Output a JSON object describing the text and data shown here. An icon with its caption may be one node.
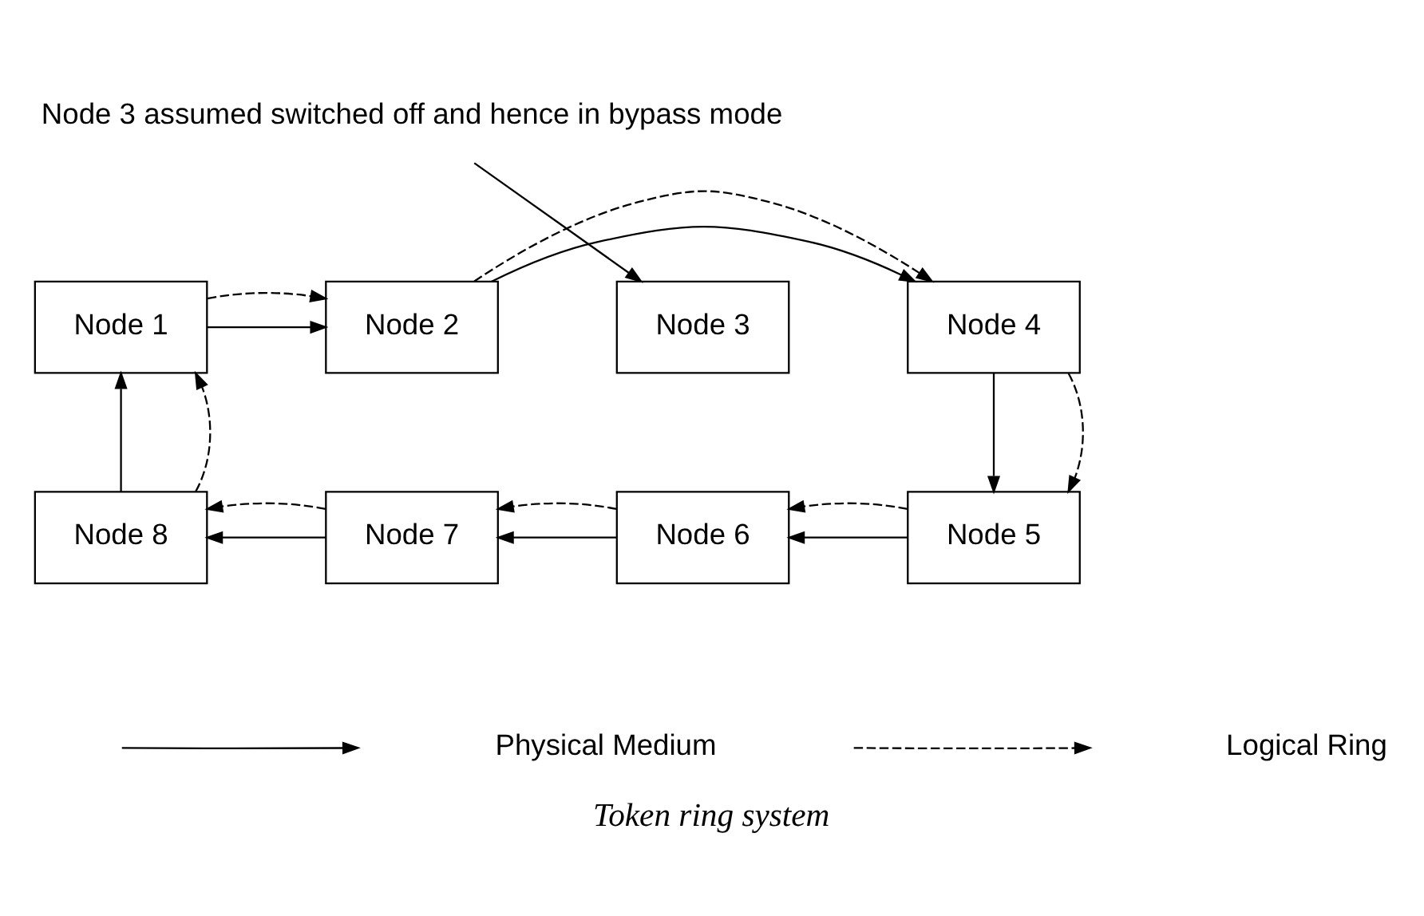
{
  "diagram": {
    "caption": "Token ring system",
    "nodes": [
      {
        "text": [
          "Node 3 assumed switched off and hence in bypass mode"
        ]
      },
      {
        "text": [
          "Node 1"
        ]
      },
      {
        "text": [
          "Node 2"
        ]
      },
      {
        "text": [
          "Node 3"
        ]
      },
      {
        "text": [
          "Node 4"
        ]
      },
      {
        "text": [
          "Node 8"
        ]
      },
      {
        "text": [
          "Node 7"
        ]
      },
      {
        "text": [
          "Node 6"
        ]
      },
      {
        "text": [
          "Node 5"
        ]
      }
    ],
    "edges": [
      {
        "from": 0,
        "to": 3,
        "arrow": "to"
      },
      {
        "from": 1,
        "to": 2,
        "arrow": "to"
      },
      {
        "from": 1,
        "to": 2,
        "arrow": "to",
        "style": "dashed"
      },
      {
        "from": 2,
        "to": 4,
        "arrow": "to"
      },
      {
        "from": 2,
        "to": 4,
        "arrow": "to",
        "style": "dashed"
      },
      {
        "from": 4,
        "to": 8,
        "arrow": "to"
      },
      {
        "from": 4,
        "to": 8,
        "arrow": "to",
        "style": "dashed"
      },
      {
        "from": 8,
        "to": 7,
        "arrow": "to"
      },
      {
        "from": 8,
        "to": 7,
        "arrow": "to",
        "style": "dashed"
      },
      {
        "from": 7,
        "to": 6,
        "arrow": "to"
      },
      {
        "from": 7,
        "to": 6,
        "arrow": "to",
        "style": "dashed"
      },
      {
        "from": 6,
        "to": 5,
        "arrow": "to"
      },
      {
        "from": 6,
        "to": 5,
        "arrow": "to",
        "style": "dashed"
      },
      {
        "from": 5,
        "to": 1,
        "arrow": "to"
      },
      {
        "from": 5,
        "to": 1,
        "arrow": "to",
        "style": "dashed"
      }
    ],
    "legend": [
      {
        "text": "Physical Medium"
      },
      {
        "text": "Logical Ring"
      }
    ]
  }
}
